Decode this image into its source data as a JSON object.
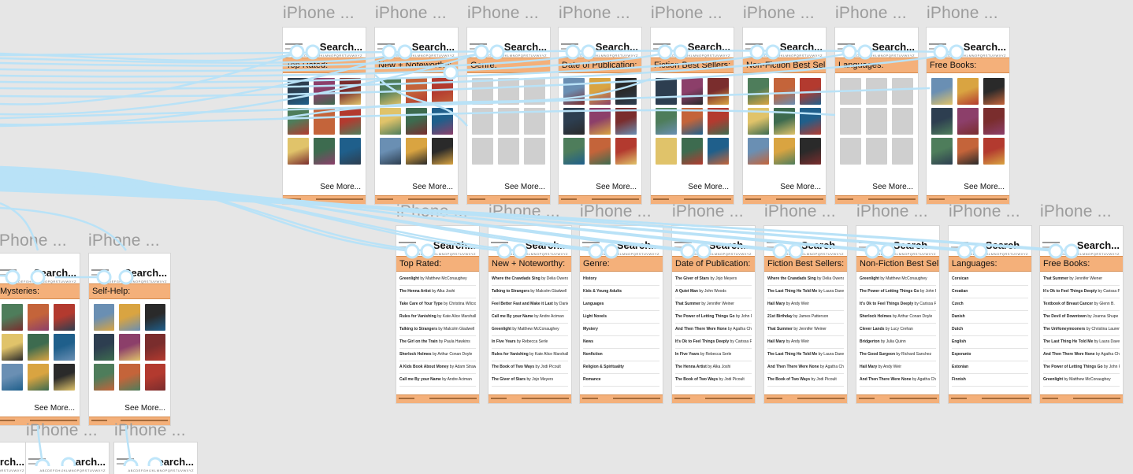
{
  "labels": {
    "iphone_frame": "iPhone ...",
    "search": "Search...",
    "see_more": "See More...",
    "alphabet": "ABCDEFGHIJKLMNOPQRSTUVWXYZ"
  },
  "top_row": [
    {
      "title": "Top Rated:",
      "type": "covers"
    },
    {
      "title": "New + Noteworthy:",
      "type": "covers"
    },
    {
      "title": "Genre:",
      "type": "gray"
    },
    {
      "title": "Date of Publication:",
      "type": "covers"
    },
    {
      "title": "Fiction Best Sellers:",
      "type": "covers"
    },
    {
      "title": "Non-Fiction Best Sellers:",
      "type": "covers"
    },
    {
      "title": "Languages:",
      "type": "gray"
    },
    {
      "title": "Free Books:",
      "type": "covers"
    }
  ],
  "bottom_row": [
    {
      "title": "Top Rated:",
      "items": [
        [
          "Greenlight",
          "by Matthew McConaughey"
        ],
        [
          "The Henna Artist",
          "by Alka Joshi"
        ],
        [
          "Take Care of Your Type",
          "by Christina Wilcox"
        ],
        [
          "Rules for Vanishing",
          "by Kate Alice Marshall"
        ],
        [
          "Talking to Strangers",
          "by Malcolm Gladwell"
        ],
        [
          "The Girl on the Train",
          "by Paula Hawkins"
        ],
        [
          "Sherlock Holmes",
          "by Arthur Conan Doyle"
        ],
        [
          "A Kids Book About Money",
          "by Adam Strawweaser"
        ],
        [
          "Call me By your Name",
          "by Andre Aciman"
        ]
      ]
    },
    {
      "title": "New + Noteworthy:",
      "items": [
        [
          "Where the Crawdads Sing",
          "by Delia Owens"
        ],
        [
          "Talking to Strangers",
          "by Malcolm Gladwell"
        ],
        [
          "Feel Better Fast and Make it Last",
          "by Daniel Amen"
        ],
        [
          "Call me By your Name",
          "by Andre Aciman"
        ],
        [
          "Greenlight",
          "by Matthew McConaughey"
        ],
        [
          "In Five Years",
          "by Rebecca Serle"
        ],
        [
          "Rules for Vanishing",
          "by Kate Alice Marshall"
        ],
        [
          "The Book of Two Ways",
          "by Jodi Picoult"
        ],
        [
          "The Giver of Stars",
          "by Jojo Meyers"
        ]
      ]
    },
    {
      "title": "Genre:",
      "items": [
        [
          "History",
          ""
        ],
        [
          "Kids & Young Adults",
          ""
        ],
        [
          "Languages",
          ""
        ],
        [
          "Light Novels",
          ""
        ],
        [
          "Mystery",
          ""
        ],
        [
          "News",
          ""
        ],
        [
          "Nonfiction",
          ""
        ],
        [
          "Religion & Spirituality",
          ""
        ],
        [
          "Romance",
          ""
        ]
      ]
    },
    {
      "title": "Date of Publication:",
      "items": [
        [
          "The Giver of Stars",
          "by Jojo Meyers"
        ],
        [
          "A Quiet Man",
          "by John Woods"
        ],
        [
          "That Summer",
          "by Jennifer Weiner"
        ],
        [
          "The Power of Letting Things Go",
          "by John Perkins"
        ],
        [
          "And Then There Were None",
          "by Agatha Christie"
        ],
        [
          "It's Ok to Feel Things Deeply",
          "by Carissa Potter"
        ],
        [
          "In Five Years",
          "by Rebecca Serle"
        ],
        [
          "The Henna Artist",
          "by Alka Joshi"
        ],
        [
          "The Book of Two Ways",
          "by Jodi Picoult"
        ]
      ]
    },
    {
      "title": "Fiction Best Sellers:",
      "items": [
        [
          "Where the Crawdads Sing",
          "by Delia Owens"
        ],
        [
          "The Last Thing He Told Me",
          "by Laura Dave"
        ],
        [
          "Hail Mary",
          "by Andy Weir"
        ],
        [
          "21st Birthday",
          "by James Patterson"
        ],
        [
          "That Summer",
          "by Jennifer Weiner"
        ],
        [
          "Hail Mary",
          "by Andy Weir"
        ],
        [
          "The Last Thing He Told Me",
          "by Laura Dave"
        ],
        [
          "And Then There Were None",
          "by Agatha Christie"
        ],
        [
          "The Book of Two Ways",
          "by Jodi Picoult"
        ]
      ]
    },
    {
      "title": "Non-Fiction Best Sellers:",
      "items": [
        [
          "Greenlight",
          "by Matthew McConaughey"
        ],
        [
          "The Power of Letting Things Go",
          "by John Perkins"
        ],
        [
          "It's Ok to Feel Things Deeply",
          "by Carissa Potter"
        ],
        [
          "Sherlock Holmes",
          "by Arthur Conan Doyle"
        ],
        [
          "Clever Lands",
          "by Lucy Crehan"
        ],
        [
          "Bridgerton",
          "by Julia Quinn"
        ],
        [
          "The Good Surgeon",
          "by Richard Sanchez"
        ],
        [
          "Hail Mary",
          "by Andy Weir"
        ],
        [
          "And Then There Were None",
          "by Agatha Christie"
        ]
      ]
    },
    {
      "title": "Languages:",
      "items": [
        [
          "Corsican",
          ""
        ],
        [
          "Croatian",
          ""
        ],
        [
          "Czech",
          ""
        ],
        [
          "Danish",
          ""
        ],
        [
          "Dutch",
          ""
        ],
        [
          "English",
          ""
        ],
        [
          "Esperanto",
          ""
        ],
        [
          "Estonian",
          ""
        ],
        [
          "Finnish",
          ""
        ]
      ]
    },
    {
      "title": "Free Books:",
      "items": [
        [
          "That Summer",
          "by Jennifer Wiener"
        ],
        [
          "It's Ok to Feel Things Deeply",
          "by Carissa Potter"
        ],
        [
          "Textbook of Breast Cancer",
          "by Glenn B."
        ],
        [
          "The Devil of Downtown",
          "by Joanna Shupe"
        ],
        [
          "The UnHoneymooners",
          "by Christina Lauren"
        ],
        [
          "The Last Thing He Told Me",
          "by Laura Dave"
        ],
        [
          "And Then There Were None",
          "by Agatha Christie"
        ],
        [
          "The Power of Letting Things Go",
          "by John Perkins"
        ],
        [
          "Greenlight",
          "by Matthew McConaughey"
        ]
      ]
    }
  ],
  "left_frames": [
    {
      "title": "Mysteries:"
    },
    {
      "title": "Self-Help:"
    }
  ],
  "colors": {
    "canvas": "#e6e6e6",
    "title_bar": "#f4b07a",
    "connector": "#b9e2f7",
    "label": "#9c9c9c"
  }
}
